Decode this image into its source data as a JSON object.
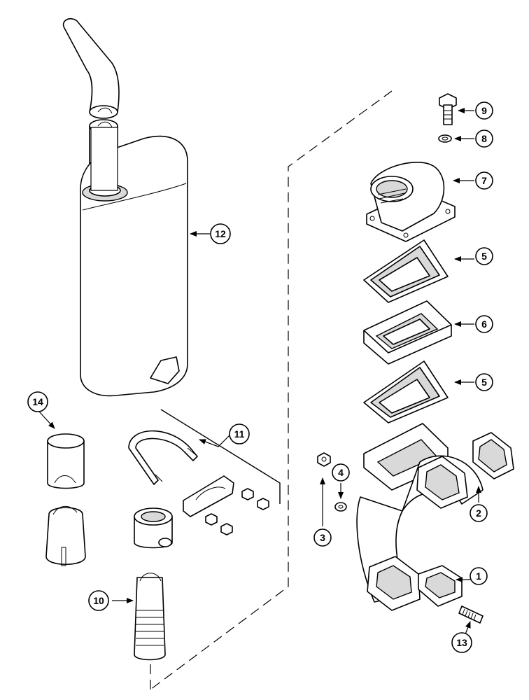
{
  "callouts": [
    {
      "id": "1",
      "label": "1"
    },
    {
      "id": "2",
      "label": "2"
    },
    {
      "id": "3",
      "label": "3"
    },
    {
      "id": "4",
      "label": "4"
    },
    {
      "id": "5a",
      "label": "5"
    },
    {
      "id": "5b",
      "label": "5"
    },
    {
      "id": "6",
      "label": "6"
    },
    {
      "id": "7",
      "label": "7"
    },
    {
      "id": "8",
      "label": "8"
    },
    {
      "id": "9",
      "label": "9"
    },
    {
      "id": "10",
      "label": "10"
    },
    {
      "id": "11",
      "label": "11"
    },
    {
      "id": "12",
      "label": "12"
    },
    {
      "id": "13",
      "label": "13"
    },
    {
      "id": "14",
      "label": "14"
    }
  ]
}
